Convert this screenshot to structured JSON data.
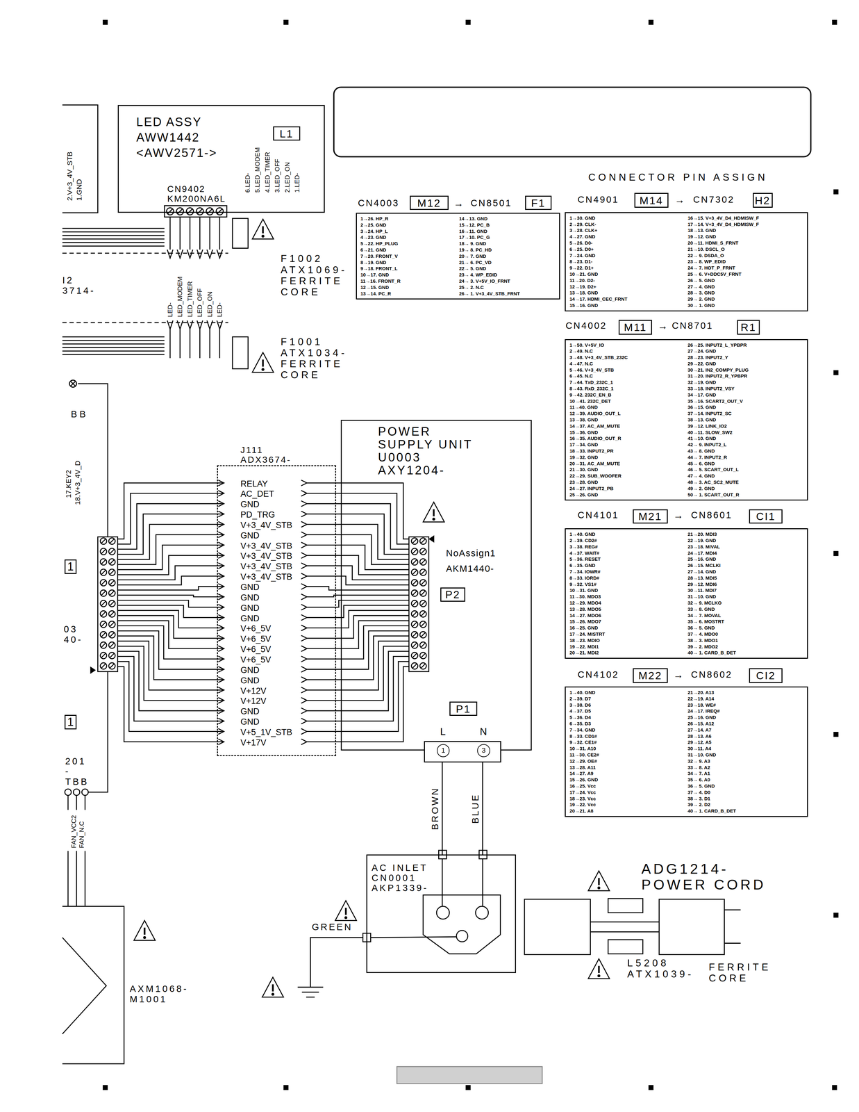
{
  "diagram": {
    "nodes": [
      {
        "text": [
          "LED ASSY AWW1442 <AWV2571->",
          "CN9402 KM200NA6L",
          "6.LED-",
          "5.LED_MODEM",
          "4.LED_TIMER",
          "3.LED_OFF",
          "2.LED_ON",
          "1.LED-"
        ]
      },
      {
        "text": [
          "L1"
        ],
        "in": 0
      },
      {
        "text": [
          "M12"
        ]
      },
      {
        "text": [
          "F1"
        ]
      },
      {
        "text": [
          "1→26. HP_R",
          "2→25. GND",
          "3→24. HP_L",
          "4→23. GND",
          "5→22. HP_PLUG",
          "6→21. GND",
          "7→20. FRONT_V",
          "8→19. GND",
          "9→18. FRONT_L",
          "10→17. GND",
          "11→16. FRONT_R",
          "12→15. GND",
          "13→14. PC_R",
          "14→13. GND",
          "15→12. PC_B",
          "16→11. GND",
          "17→10. PC_G",
          "18→ 9. GND",
          "19→ 8. PC_HD",
          "20→ 7. GND",
          "21→ 6. PC_VD",
          "22→ 5. GND",
          "23→ 4. WP_EDID",
          "24→ 3. V+5V_IO_FRNT",
          "25→ 2. N.C",
          "26→ 1. V+3_4V_STB_FRNT"
        ]
      },
      {
        "text": [
          "M14"
        ]
      },
      {
        "text": [
          "H2"
        ]
      },
      {
        "text": [
          "1→30. GND",
          "2→29. CLK-",
          "3→28. CLK+",
          "4→27. GND",
          "5→26. D0-",
          "6→25. D0+",
          "7→24. GND",
          "8→23. D1-",
          "9→22. D1+",
          "10→21. GND",
          "11→20. D2-",
          "12→19. D2+",
          "13→18. GND",
          "14→17. HDMI_CEC_FRNT",
          "15→16. GND",
          "16→15. V+3_4V_D4_HDMISW_F",
          "17→14. V+3_4V_D4_HDMISW_F",
          "18→13. GND",
          "19→12. GND",
          "20→11. HDMI_S_FRNT",
          "21→10. DSCL_O",
          "22→ 9. DSDA_O",
          "23→ 8. WP_EDID",
          "24→ 7. HOT_P_FRNT",
          "25→ 6. V+DDC5V_FRNT",
          "26→ 5. GND",
          "27→ 4. GND",
          "28→ 3. GND",
          "29→ 2. GND",
          "30→ 1. GND"
        ]
      },
      {
        "text": [
          "M11"
        ]
      },
      {
        "text": [
          "R1"
        ]
      },
      {
        "text": [
          "1→50. V+5V_IO",
          "2→49. N.C",
          "3→48. V+3_4V_STB_232C",
          "4→47. N.C",
          "5→46. V+3_4V_STB",
          "6→45. N.C",
          "7→44. TxD_232C_1",
          "8→43. RxD_232C_1",
          "9→42. 232C_EN_B",
          "10→41. 232C_DET",
          "11→40. GND",
          "12→39. AUDIO_OUT_L",
          "13→38. GND",
          "14→37. AC_AM_MUTE",
          "15→36. GND",
          "16→35. AUDIO_OUT_R",
          "17→34. GND",
          "18→33. INPUT2_PR",
          "19→32. GND",
          "20→31. AC_AM_MUTE",
          "21→30. GND",
          "22→29. SUB_WOOFER",
          "23→28. GND",
          "24→27. INPUT2_PB",
          "25→26. GND",
          "26→25. INPUT2_L_YPBPR",
          "27→24. GND",
          "28→23. INPUT2_Y",
          "29→22. GND",
          "30→21. IN2_COMPY_PLUG",
          "31→20. INPUT2_R_YPBPR",
          "32→19. GND",
          "33→18. INPUT2_VSY",
          "34→17. GND",
          "35→16. SCART2_OUT_V",
          "36→15. GND",
          "37→14. INPUT2_SC",
          "38→13. GND",
          "39→12. LINK_IO2",
          "40→11. SLOW_SW2",
          "41→10. GND",
          "42→ 9. INPUT2_L",
          "43→ 8. GND",
          "44→ 7. INPUT2_R",
          "45→ 6. GND",
          "46→ 5. SCART_OUT_L",
          "47→ 4. GND",
          "48→ 3. AC_SC2_MUTE",
          "49→ 2. GND",
          "50→ 1. SCART_OUT_R"
        ]
      },
      {
        "text": [
          "M21"
        ]
      },
      {
        "text": [
          "CI1"
        ]
      },
      {
        "text": [
          "1→40. GND",
          "2→39. CD2#",
          "3→38. REG#",
          "4→37. WAIT#",
          "5→36. RESET",
          "6→35. GND",
          "7→34. IOWR#",
          "8→33. IORD#",
          "9→32. VS1#",
          "10→31. GND",
          "11→30. MDO3",
          "12→29. MDO4",
          "13→28. MDO5",
          "14→27. MDO6",
          "15→26. MDO7",
          "16→25. GND",
          "17→24. MISTRT",
          "18→23. MDIO",
          "19→22. MDI1",
          "20→21. MDI2",
          "21→20. MDI3",
          "22→19. GND",
          "23→18. MIVAL",
          "24→17. MDI4",
          "25→16. GND",
          "26→15. MCLKI",
          "27→14. GND",
          "28→13. MDI5",
          "29→12. MDI6",
          "30→11. MDI7",
          "31→10. GND",
          "32→ 9. MCLKO",
          "33→ 8. GND",
          "34→ 7. MOVAL",
          "35→ 6. MOSTRT",
          "36→ 5. GND",
          "37→ 4. MDO0",
          "38→ 3. MDO1",
          "39→ 2. MDO2",
          "40→ 1. CARD_B_DET"
        ]
      },
      {
        "text": [
          "M22"
        ]
      },
      {
        "text": [
          "CI2"
        ]
      },
      {
        "text": [
          "1→40. GND",
          "2→39. D7",
          "3→38. D6",
          "4→37. D5",
          "5→36. D4",
          "6→35. D3",
          "7→34. GND",
          "8→33. CD1#",
          "9→32. CE1#",
          "10→31. A10",
          "11→30. CE2#",
          "12→29. OE#",
          "13→28. A11",
          "14→27. A9",
          "15→26. GND",
          "16→25. Vcc",
          "17→24. Vcc",
          "18→23. Vcc",
          "19→22. Vcc",
          "20→21. A8",
          "21→20. A13",
          "22→19. A14",
          "23→18. WE#",
          "24→17. IREQ#",
          "25→16. GND",
          "26→15. A12",
          "27→14. A7",
          "28→13. A6",
          "29→12. A5",
          "30→11. A4",
          "31→10. GND",
          "32→ 9. A3",
          "33→ 8. A2",
          "34→ 7. A1",
          "35→ 6. A0",
          "36→ 5. GND",
          "37→ 4. D0",
          "38→ 3. D1",
          "39→ 2. D2",
          "40→ 1. CARD_B_DET"
        ]
      },
      {
        "text": [
          "J111 ADX3674-",
          "RELAY",
          "AC_DET",
          "GND",
          "PD_TRG",
          "V+3_4V_STB",
          "GND",
          "V+3_4V_STB",
          "V+3_4V_STB",
          "V+3_4V_STB",
          "V+3_4V_STB",
          "GND",
          "GND",
          "GND",
          "GND",
          "V+6_5V",
          "V+6_5V",
          "V+6_5V",
          "V+6_5V",
          "GND",
          "GND",
          "V+12V",
          "V+12V",
          "GND",
          "GND",
          "V+5_1V_STB",
          "V+17V"
        ]
      },
      {
        "text": [
          "POWER SUPPLY UNIT U0003 AXY1204-",
          "NoAssign1 AKM1440-"
        ]
      },
      {
        "text": [
          "P2"
        ],
        "in": 18
      },
      {
        "text": [
          "P1"
        ],
        "in": 18
      },
      {
        "text": [
          "1",
          "3"
        ]
      },
      {
        "text": [
          "AC INLET CN0001 AKP1339-"
        ]
      }
    ],
    "edges": [
      {
        "from": 21,
        "to": 22,
        "label": "BROWN",
        "arrow": "none"
      },
      {
        "from": 21,
        "to": 22,
        "label": "BLUE",
        "arrow": "none"
      }
    ],
    "labels": [
      "2.V+3_4V_STB",
      "1.GND",
      "I2 3714-",
      "BB",
      "17.KEY2",
      "18.V+3_4V_D",
      "1",
      "03 40-",
      "1",
      "201 -TBB",
      "FAN_VCC2",
      "FAN_N.C",
      "AXM1068- M1001",
      "LED-",
      "LED_MODEM",
      "LED_TIMER",
      "LED_OFF",
      "LED_ON",
      "LED-",
      "F1002 ATX1069- FERRITE CORE",
      "F1001 ATX1034- FERRITE CORE",
      "CONNECTOR PIN ASSIGN",
      "CN4003",
      "→",
      "CN8501",
      "CN4901",
      "→",
      "CN7302",
      "CN4002",
      "→",
      "CN8701",
      "CN4101",
      "→",
      "CN8601",
      "CN4102",
      "→",
      "CN8602",
      "L",
      "N",
      "GREEN",
      "ADG1214- POWER CORD",
      "L5208 ATX1039-",
      "FERRITE CORE"
    ]
  }
}
